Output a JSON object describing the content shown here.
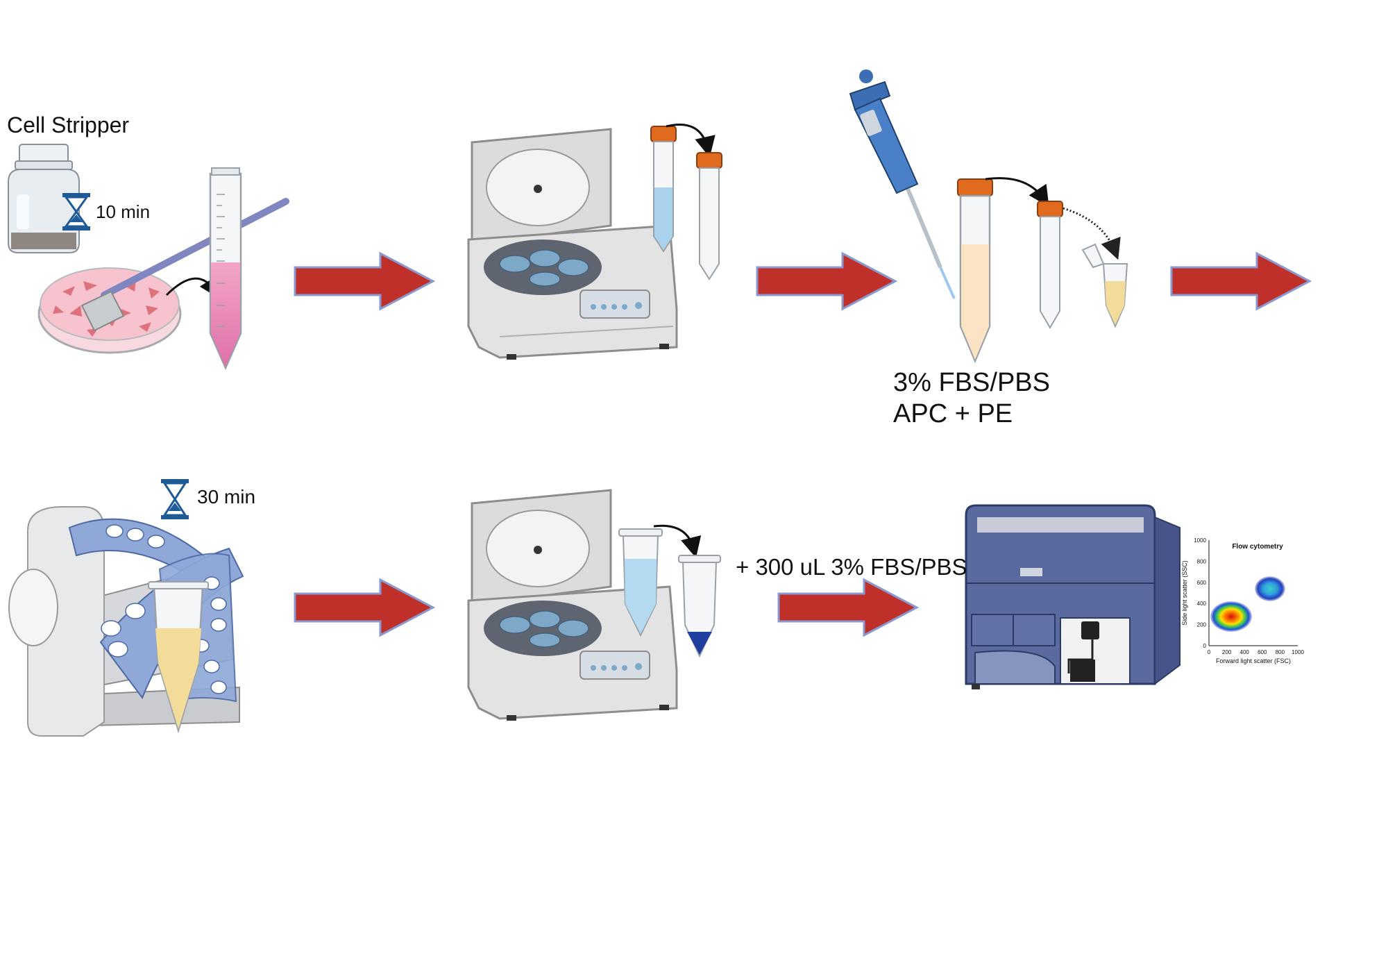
{
  "labels": {
    "cell_stripper": "Cell Stripper",
    "incubation_1": "10 min",
    "incubation_2": "30 min",
    "stain_buffer": "3% FBS/PBS",
    "stain_antibodies": "APC + PE",
    "resuspend": "+ 300 uL 3% FBS/PBS"
  },
  "flow_plot": {
    "title": "Flow cytometry",
    "xlabel": "Forward light scatter (FSC)",
    "ylabel": "Side light scatter (SSC)",
    "x_ticks": [
      "0",
      "200",
      "400",
      "600",
      "800",
      "1000"
    ],
    "y_ticks": [
      "0",
      "200",
      "400",
      "600",
      "800",
      "1000"
    ]
  },
  "colors": {
    "arrow": "#c0302b",
    "arrow_outline": "#8a9ad0",
    "centrifuge_body": "#e3e3e3",
    "pipette": "#3d6eb4",
    "tube_cap": "#e06a1e",
    "cytometer": "#5a6a9e",
    "rotator": "#8fa8d8"
  }
}
